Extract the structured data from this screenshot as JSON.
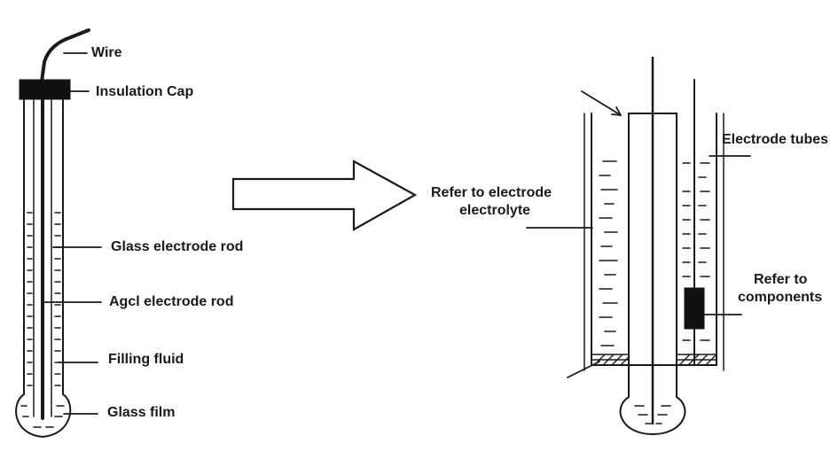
{
  "left_electrode": {
    "wire_label": "Wire",
    "cap_label": "Insulation Cap",
    "glass_rod_label": "Glass electrode rod",
    "agcl_rod_label": "Agcl electrode rod",
    "filling_fluid_label": "Filling fluid",
    "glass_film_label": "Glass film"
  },
  "right_electrode": {
    "reference_electrolyte_line1": "Refer to electrode",
    "reference_electrolyte_line2": "electrolyte",
    "tubes_label": "Electrode tubes",
    "components_line1": "Refer to",
    "components_line2": "components"
  },
  "colors": {
    "stroke": "#1a1a1a",
    "fill_dark": "#111111",
    "background": "#ffffff"
  }
}
